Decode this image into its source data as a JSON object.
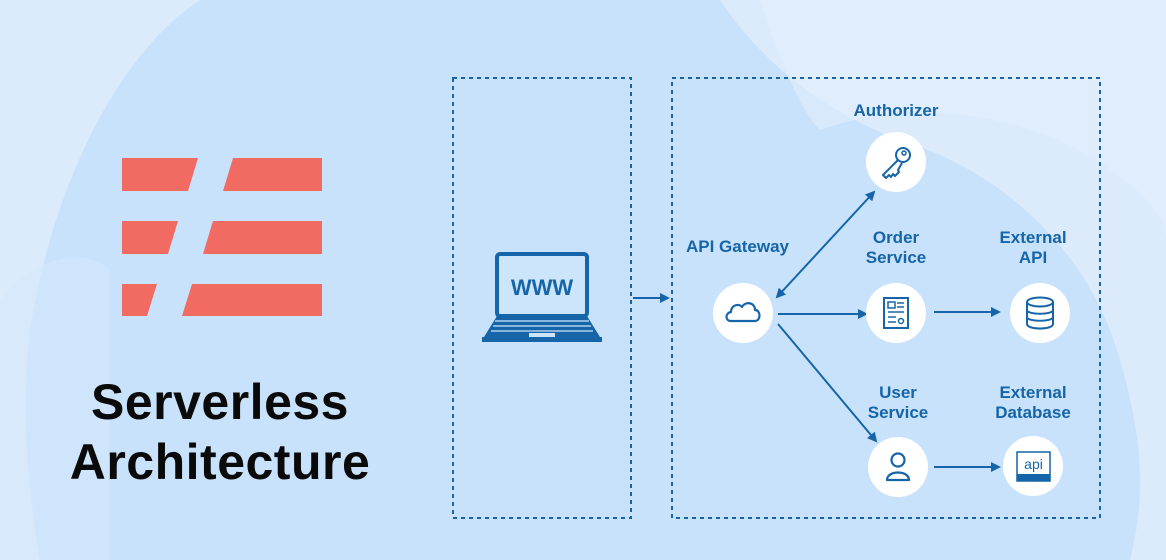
{
  "title": {
    "line1": "Serverless",
    "line2": "Architecture"
  },
  "colors": {
    "accent": "#1565a8",
    "logo": "#f26b63",
    "background": "#c8e2fb",
    "title": "#0a0a0a"
  },
  "client": {
    "screen_text": "WWW",
    "icon": "laptop-icon"
  },
  "nodes": [
    {
      "id": "gateway",
      "label": "API Gateway",
      "icon": "cloud-icon"
    },
    {
      "id": "authorizer",
      "label": "Authorizer",
      "icon": "key-icon"
    },
    {
      "id": "order",
      "label_line1": "Order",
      "label_line2": "Service",
      "icon": "document-icon"
    },
    {
      "id": "external_api",
      "label_line1": "External",
      "label_line2": "API",
      "icon": "database-icon"
    },
    {
      "id": "user",
      "label_line1": "User",
      "label_line2": "Service",
      "icon": "user-icon"
    },
    {
      "id": "external_db",
      "label_line1": "External",
      "label_line2": "Database",
      "icon": "api-icon",
      "icon_text": "api"
    }
  ],
  "edges": [
    {
      "from": "client",
      "to": "gateway"
    },
    {
      "from": "gateway",
      "to": "authorizer",
      "bidirectional": true
    },
    {
      "from": "gateway",
      "to": "order"
    },
    {
      "from": "gateway",
      "to": "user"
    },
    {
      "from": "order",
      "to": "external_api"
    },
    {
      "from": "user",
      "to": "external_db"
    }
  ]
}
